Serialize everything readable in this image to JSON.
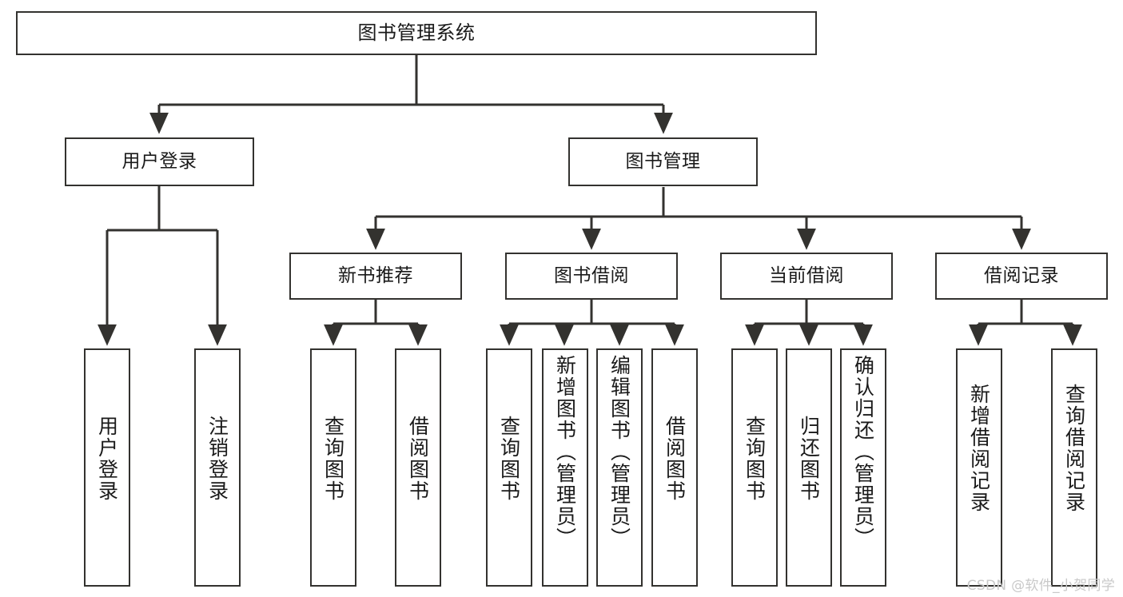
{
  "diagram": {
    "title": "图书管理系统",
    "type": "hierarchy-tree",
    "watermark": "CSDN @软件_小贺同学",
    "colors": {
      "stroke": "#33322f",
      "fill": "#ffffff",
      "text": "#1a1a1a",
      "watermark": "#c9c9c9"
    },
    "levels": {
      "root": {
        "label": "图书管理系统"
      },
      "level1": [
        {
          "label": "用户登录"
        },
        {
          "label": "图书管理"
        }
      ],
      "level2": [
        {
          "label": "新书推荐"
        },
        {
          "label": "图书借阅"
        },
        {
          "label": "当前借阅"
        },
        {
          "label": "借阅记录"
        }
      ],
      "leaves": {
        "user_login": [
          {
            "label": "用户登录"
          },
          {
            "label": "注销登录"
          }
        ],
        "new_book_recommend": [
          {
            "label": "查询图书"
          },
          {
            "label": "借阅图书"
          }
        ],
        "book_borrow": [
          {
            "label": "查询图书"
          },
          {
            "label": "新增图书（管理员）"
          },
          {
            "label": "编辑图书（管理员）"
          },
          {
            "label": "借阅图书"
          }
        ],
        "current_borrow": [
          {
            "label": "查询图书"
          },
          {
            "label": "归还图书"
          },
          {
            "label": "确认归还（管理员）"
          }
        ],
        "borrow_record": [
          {
            "label": "新增借阅记录"
          },
          {
            "label": "查询借阅记录"
          }
        ]
      }
    }
  }
}
